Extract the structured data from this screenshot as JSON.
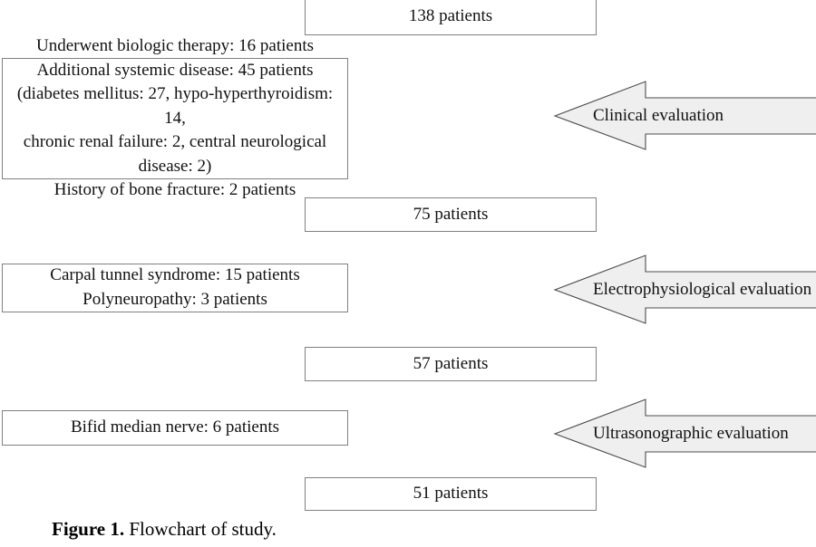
{
  "figure": {
    "caption_label": "Figure 1.",
    "caption_text": " Flowchart of study.",
    "background_color": "#ffffff",
    "box_border_color": "#808080",
    "box_fill_color": "#ffffff",
    "arrow_fill_color": "#efefef",
    "arrow_border_color": "#4d4d4d",
    "text_color": "#111111"
  },
  "chart_data": {
    "type": "diagram",
    "title": "Flowchart of study",
    "count_boxes": [
      {
        "label": "138 patients",
        "value": 138
      },
      {
        "label": "75 patients",
        "value": 75
      },
      {
        "label": "57 patients",
        "value": 57
      },
      {
        "label": "51 patients",
        "value": 51
      }
    ],
    "exclusion_boxes": [
      {
        "label": "Underwent biologic therapy: 16 patients\nAdditional systemic disease: 45 patients\n(diabetes mellitus: 27, hypo-hyperthyroidism: 14,\nchronic renal failure: 2, central neurological disease: 2)\nHistory of bone fracture: 2 patients",
        "items": [
          {
            "name": "Underwent biologic therapy",
            "value": 16
          },
          {
            "name": "Additional systemic disease",
            "value": 45
          },
          {
            "name": "diabetes mellitus",
            "value": 27
          },
          {
            "name": "hypo-hyperthyroidism",
            "value": 14
          },
          {
            "name": "chronic renal failure",
            "value": 2
          },
          {
            "name": "central neurological disease",
            "value": 2
          },
          {
            "name": "History of bone fracture",
            "value": 2
          }
        ]
      },
      {
        "label": "Carpal tunnel syndrome: 15 patients\nPolyneuropathy: 3 patients",
        "items": [
          {
            "name": "Carpal tunnel syndrome",
            "value": 15
          },
          {
            "name": "Polyneuropathy",
            "value": 3
          }
        ]
      },
      {
        "label": "Bifid median nerve: 6 patients",
        "items": [
          {
            "name": "Bifid median nerve",
            "value": 6
          }
        ]
      }
    ],
    "arrows": [
      {
        "label": "Clinical evaluation",
        "direction": "left"
      },
      {
        "label": "Electrophysiological evaluation",
        "direction": "left"
      },
      {
        "label": "Ultrasonographic evaluation",
        "direction": "left"
      }
    ]
  }
}
